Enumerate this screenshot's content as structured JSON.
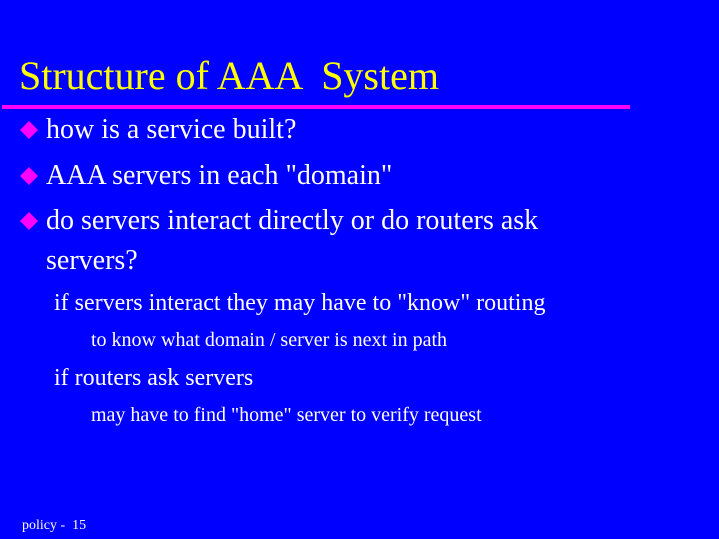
{
  "slide": {
    "title": "Structure of AAA  System",
    "colors": {
      "background": "#0000ff",
      "title": "#ffff00",
      "rule": "#ff00ff",
      "bullet": "#ff00ff",
      "text": "#ffffff"
    },
    "bullets": [
      {
        "icon": "diamond-bullet-icon",
        "text": "how is a service built?"
      },
      {
        "icon": "diamond-bullet-icon",
        "text": "AAA servers in each \"domain\""
      },
      {
        "icon": "diamond-bullet-icon",
        "lines": [
          "do servers interact directly or do routers ask",
          "servers?"
        ]
      }
    ],
    "sub_items": [
      {
        "text": "if servers interact they may have to \"know\" routing",
        "children": [
          "to know what domain / server is next in path"
        ]
      },
      {
        "text": "if routers ask servers",
        "children": [
          "may have to find \"home\" server to verify request"
        ]
      }
    ],
    "footer": "policy -  15"
  }
}
